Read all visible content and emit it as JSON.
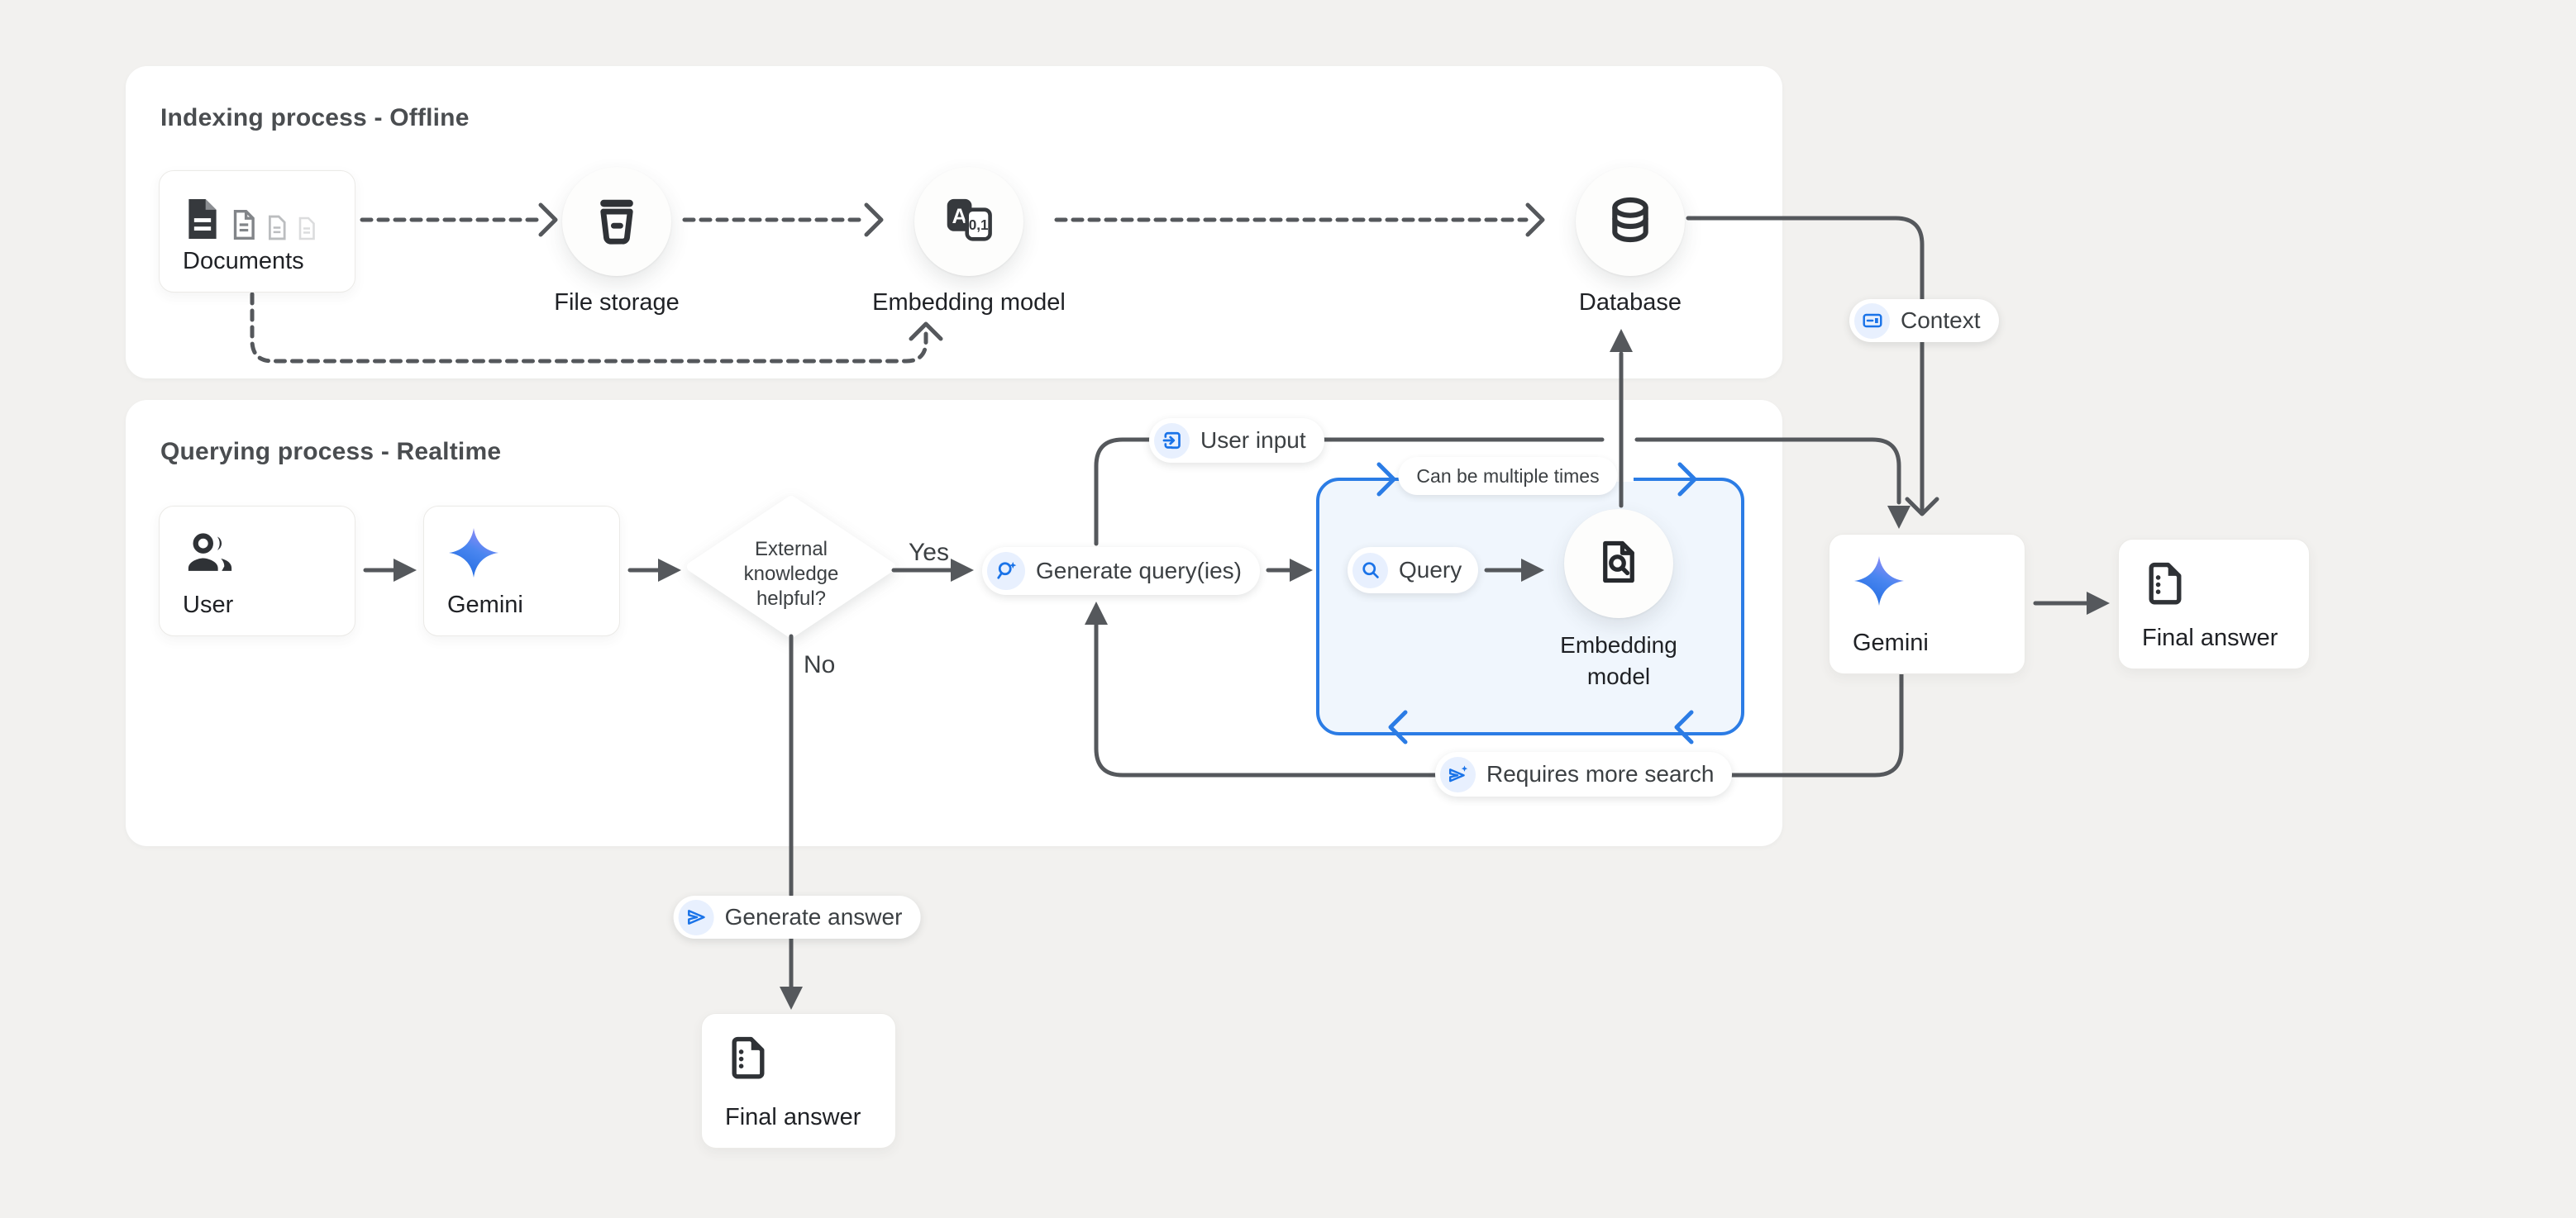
{
  "panels": {
    "indexing_title": "Indexing process - Offline",
    "querying_title": "Querying process - Realtime"
  },
  "nodes": {
    "documents": "Documents",
    "file_storage": "File storage",
    "embedding_model": "Embedding model",
    "database": "Database",
    "user": "User",
    "gemini": "Gemini",
    "decision": "External knowledge helpful?",
    "generate_queries": "Generate query(ies)",
    "query": "Query",
    "embedding_model_loop": "Embedding model",
    "gemini_final": "Gemini",
    "final_answer": "Final answer",
    "final_answer_no_branch": "Final answer"
  },
  "edge_labels": {
    "context": "Context",
    "user_input": "User input",
    "can_be_multiple_times": "Can be multiple times",
    "requires_more_search": "Requires more search",
    "generate_answer": "Generate answer",
    "yes": "Yes",
    "no": "No"
  },
  "icon_glyphs": {
    "embedding_a": "A",
    "embedding_01": "0,1"
  },
  "colors": {
    "accent_blue": "#1a73e8",
    "loop_border": "#2b7ce5",
    "loop_fill": "#f0f6fd",
    "line_gray": "#55585c",
    "chip_bg": "#e8f0fe",
    "page_bg": "#f2f1ef",
    "panel_bg": "#ffffff"
  }
}
